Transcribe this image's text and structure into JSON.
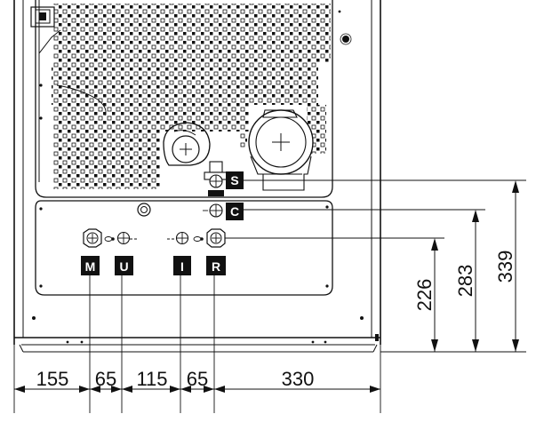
{
  "connections": [
    {
      "code": "M"
    },
    {
      "code": "U"
    },
    {
      "code": "I"
    },
    {
      "code": "R"
    },
    {
      "code": "S"
    },
    {
      "code": "C"
    }
  ],
  "horizontal_dimensions": [
    "155",
    "65",
    "115",
    "65",
    "330"
  ],
  "vertical_dimensions": [
    "226",
    "283",
    "339"
  ]
}
